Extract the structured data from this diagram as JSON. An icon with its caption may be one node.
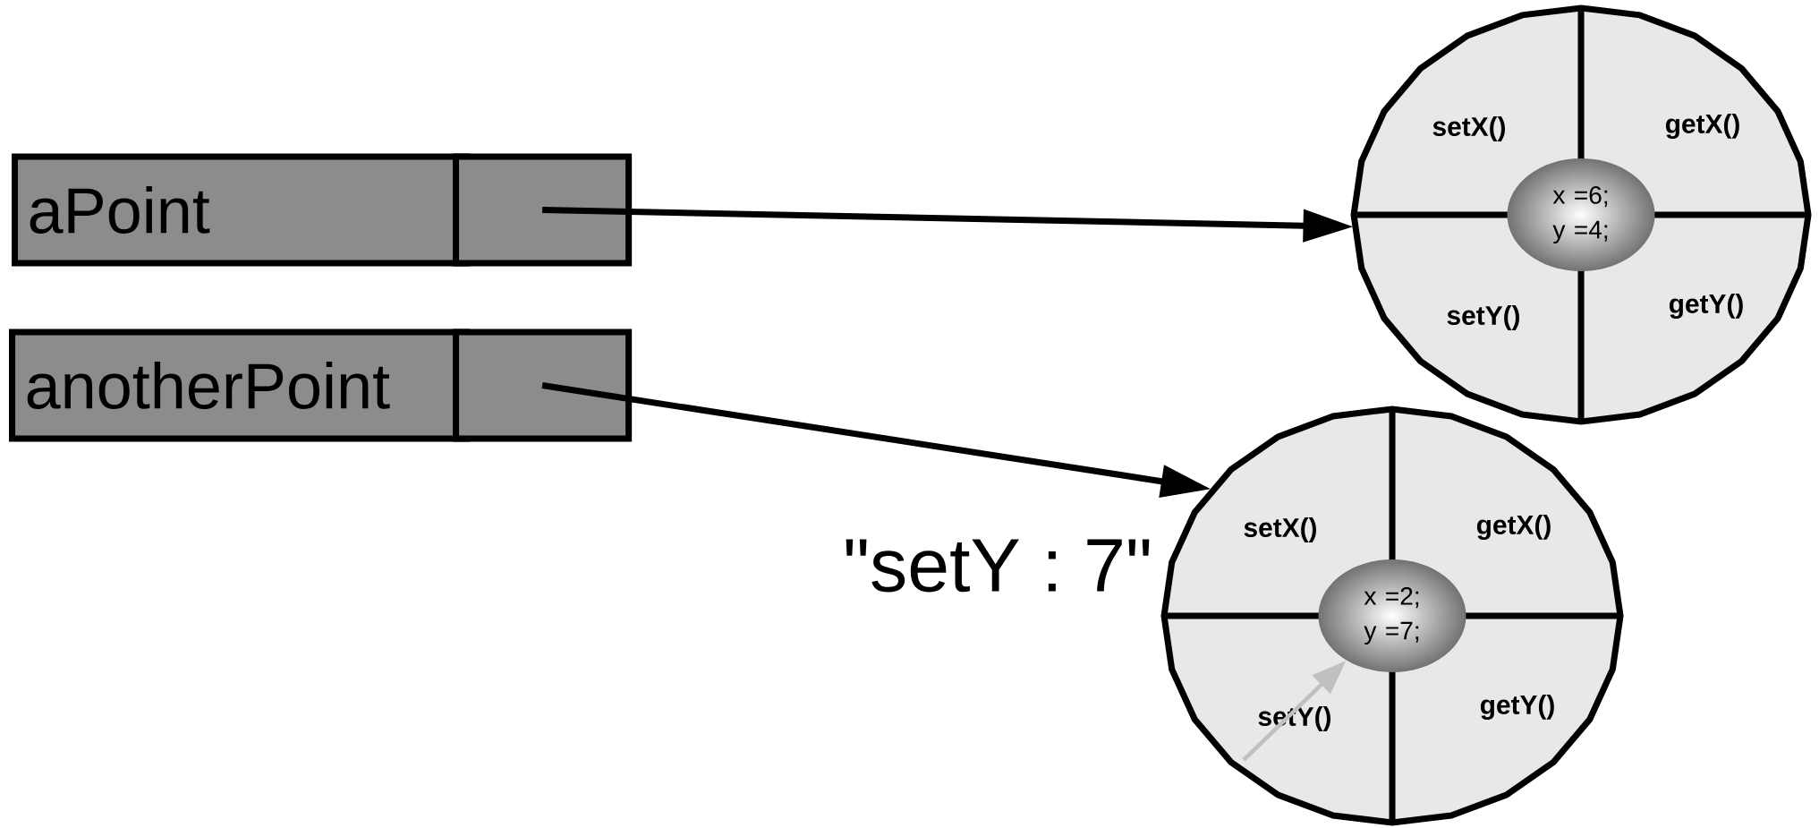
{
  "diagram": {
    "nodes": [
      {
        "text": [
          "aPoint"
        ]
      },
      {
        "text": [],
        "shape": "box"
      },
      {
        "text": [],
        "shape": "circle"
      },
      {
        "text": [
          "setX()"
        ],
        "in": 2
      },
      {
        "text": [
          "getX()"
        ],
        "in": 2
      },
      {
        "text": [
          "setY()"
        ],
        "in": 2
      },
      {
        "text": [
          "getY()"
        ],
        "in": 2
      },
      {
        "text": [
          "x =6; y =4;"
        ],
        "in": 2
      },
      {
        "text": [
          "anotherPoint"
        ]
      },
      {
        "text": [],
        "shape": "box"
      },
      {
        "text": [],
        "shape": "circle"
      },
      {
        "text": [
          "setX()"
        ],
        "in": 10
      },
      {
        "text": [
          "getX()"
        ],
        "in": 10
      },
      {
        "text": [
          "setY()"
        ],
        "in": 10
      },
      {
        "text": [
          "getY()"
        ],
        "in": 10
      },
      {
        "text": [
          "x =2; y =7;"
        ],
        "in": 10
      }
    ],
    "edges": [
      {
        "from": 1,
        "to": 2,
        "arrow": "to"
      },
      {
        "from": 9,
        "to": 10,
        "arrow": "to"
      },
      {
        "from": null,
        "to": 15,
        "arrow": "to",
        "color": "#c0c0c0"
      }
    ],
    "labels": [
      "\"setY : 7\""
    ]
  }
}
